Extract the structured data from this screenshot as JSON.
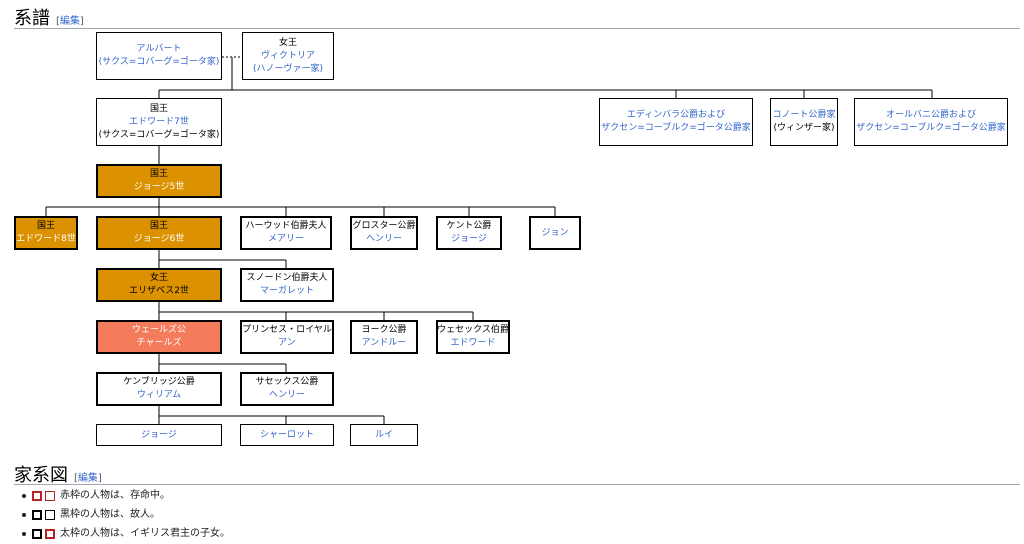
{
  "sections": {
    "genealogy": {
      "title": "系譜",
      "edit_open": "[",
      "edit_label": "編集",
      "edit_close": "]"
    },
    "family_tree": {
      "title": "家系図",
      "edit_open": "[",
      "edit_label": "編集",
      "edit_close": "]"
    }
  },
  "tree": {
    "albert": {
      "name": "アルバート",
      "house": "(サクス=コバーグ=ゴータ家)"
    },
    "victoria": {
      "title": "女王",
      "name": "ヴィクトリア",
      "house": "(ハノーヴァー家)"
    },
    "edward7": {
      "title": "国王",
      "name": "エドワード7世",
      "house": "(サクス=コバーグ=ゴータ家)"
    },
    "edinburgh": {
      "name1": "エディンバラ公爵および",
      "name2": "ザクセン=コーブルク=ゴータ公爵家"
    },
    "connaught": {
      "name": "コノート公爵家",
      "house": "(ウィンザー家)"
    },
    "albany": {
      "name1": "オールバニ公爵および",
      "name2": "ザクセン=コーブルク=ゴータ公爵家"
    },
    "george5": {
      "title": "国王",
      "name": "ジョージ5世"
    },
    "edward8": {
      "title": "国王",
      "name": "エドワード8世"
    },
    "george6": {
      "title": "国王",
      "name": "ジョージ6世"
    },
    "mary": {
      "title": "ハーウッド伯爵夫人",
      "name": "メアリー"
    },
    "henry_g": {
      "title": "グロスター公爵",
      "name": "ヘンリー"
    },
    "george_k": {
      "title": "ケント公爵",
      "name": "ジョージ"
    },
    "john": {
      "name": "ジョン"
    },
    "elizabeth2": {
      "title": "女王",
      "name": "エリザベス2世"
    },
    "margaret": {
      "title": "スノードン伯爵夫人",
      "name": "マーガレット"
    },
    "charles": {
      "title": "ウェールズ公",
      "name": "チャールズ"
    },
    "anne": {
      "title": "プリンセス・ロイヤル",
      "name": "アン"
    },
    "andrew": {
      "title": "ヨーク公爵",
      "name": "アンドルー"
    },
    "edward_w": {
      "title": "ウェセックス伯爵",
      "name": "エドワード"
    },
    "william": {
      "title": "ケンブリッジ公爵",
      "name": "ウィリアム"
    },
    "harry": {
      "title": "サセックス公爵",
      "name": "ヘンリー"
    },
    "george_c": {
      "name": "ジョージ"
    },
    "charlotte": {
      "name": "シャーロット"
    },
    "louis": {
      "name": "ルイ"
    }
  },
  "legend": [
    "赤枠の人物は、存命中。",
    "黒枠の人物は、故人。",
    "太枠の人物は、イギリス君主の子女。"
  ],
  "colors": {
    "monarch": "#dc9200",
    "heir": "#f47b5b",
    "link": "#3366cc",
    "living_border": "#b32424"
  }
}
